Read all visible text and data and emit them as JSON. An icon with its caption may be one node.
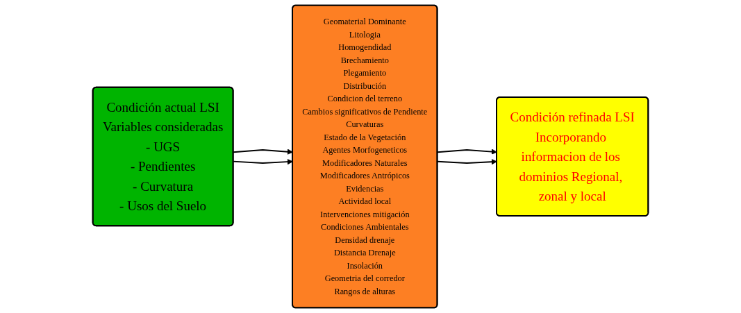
{
  "diagram": {
    "nodes": [
      {
        "text": [
          "Condición actual LSI",
          "Variables consideradas",
          "- UGS",
          "- Pendientes",
          "- Curvatura",
          "- Usos del Suelo"
        ]
      },
      {
        "text": [
          "Geomaterial Dominante",
          "Litologia",
          "Homogendidad",
          "Brechamiento",
          "Plegamiento",
          "Distribución",
          "Condicion del terreno",
          "Cambios significativos de Pendiente",
          "Curvaturas",
          "Estado de la Vegetación",
          "Agentes Morfogeneticos",
          "Modificadores Naturales",
          "Modificadores Antrópicos",
          "Evidencias",
          "Actividad local",
          "Intervenciones mitigación",
          "Condiciones Ambientales",
          "Densidad drenaje",
          "Distancia Drenaje",
          "Insolación",
          "Geometria del corredor",
          "Rangos de alturas"
        ]
      },
      {
        "text": [
          "Condición refinada LSI",
          "Incorporando informacion de los dominios Regional, zonal y local"
        ]
      }
    ],
    "edges": [
      {
        "from": 0,
        "to": 1,
        "arrow": "to"
      },
      {
        "from": 0,
        "to": 1,
        "arrow": "to"
      },
      {
        "from": 1,
        "to": 2,
        "arrow": "to"
      },
      {
        "from": 1,
        "to": 2,
        "arrow": "to"
      }
    ]
  }
}
